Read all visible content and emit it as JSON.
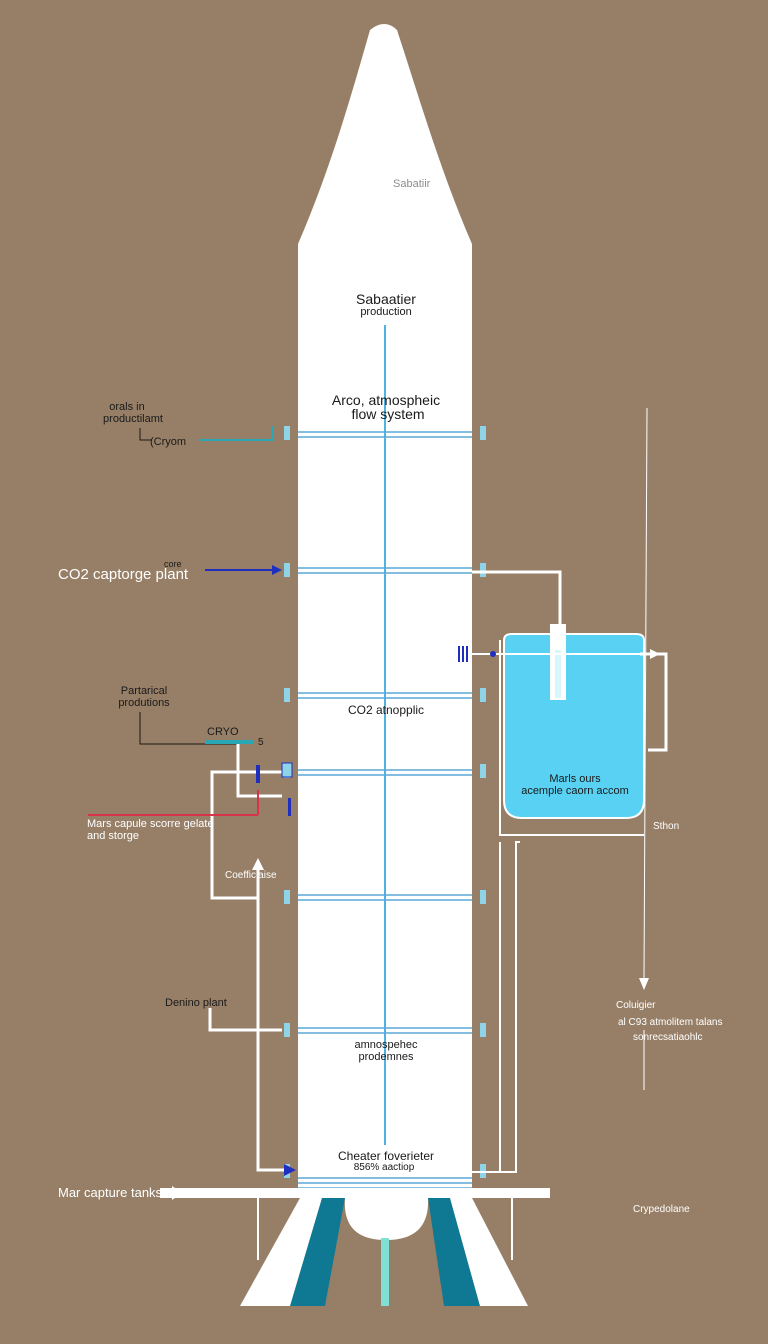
{
  "diagram": {
    "tip_label": "Sabatiir",
    "section_labels": {
      "sabatier_production_line1": "Sabaatier",
      "sabatier_production_line2": "production",
      "atmospheric_flow_line1": "Arco, atmospheic",
      "atmospheric_flow_line2": "flow system",
      "co2_atmospheric": "CO2 atnopplic",
      "atmospheric_productions_line1": "amnospehec",
      "atmospheric_productions_line2": "prodemnes",
      "checker_line1": "Cheater foverieter",
      "checker_line2": "856% aactiop"
    },
    "left_callouts": {
      "orals_line1": "orals in",
      "orals_line2": "productilamt",
      "cryom": "(Cryom",
      "core": "core",
      "co2_capture_plant": "CO2 captorge plant",
      "partarical_line1": "Partarical",
      "partarical_line2": "produtions",
      "cryo": "CRYO",
      "cryo_suffix": "5",
      "mars_capture_line1": "Mars capule scorre gelate",
      "mars_capture_line2": "and storge",
      "coefficient": "Coefficlaise",
      "denino_plant": "Denino plant",
      "mar_capture_tanks": "Mar capture tanks"
    },
    "tank": {
      "label_line1": "Marls ours",
      "label_line2": "acemple caorn accom"
    },
    "right_callouts": {
      "sthon": "Sthon",
      "coluigier_line1": "Coluigier",
      "coluigier_line2": "al  C93 atmolitem talans",
      "coluigier_line3": "sonrecsatiaohlc",
      "crypedolane": "Crypedolane"
    }
  },
  "colors": {
    "background": "#977f67",
    "rocket_body": "#ffffff",
    "center_line": "#4fb3e0",
    "band": "#5aa7d8",
    "tank_fill": "#59d1f2",
    "arrow_blue": "#1e2fbf",
    "teal_fin": "#0f7892",
    "teal_line": "#2aa7b5",
    "red_line": "#d8334a",
    "cyan_pipe": "#7fd9e8"
  }
}
